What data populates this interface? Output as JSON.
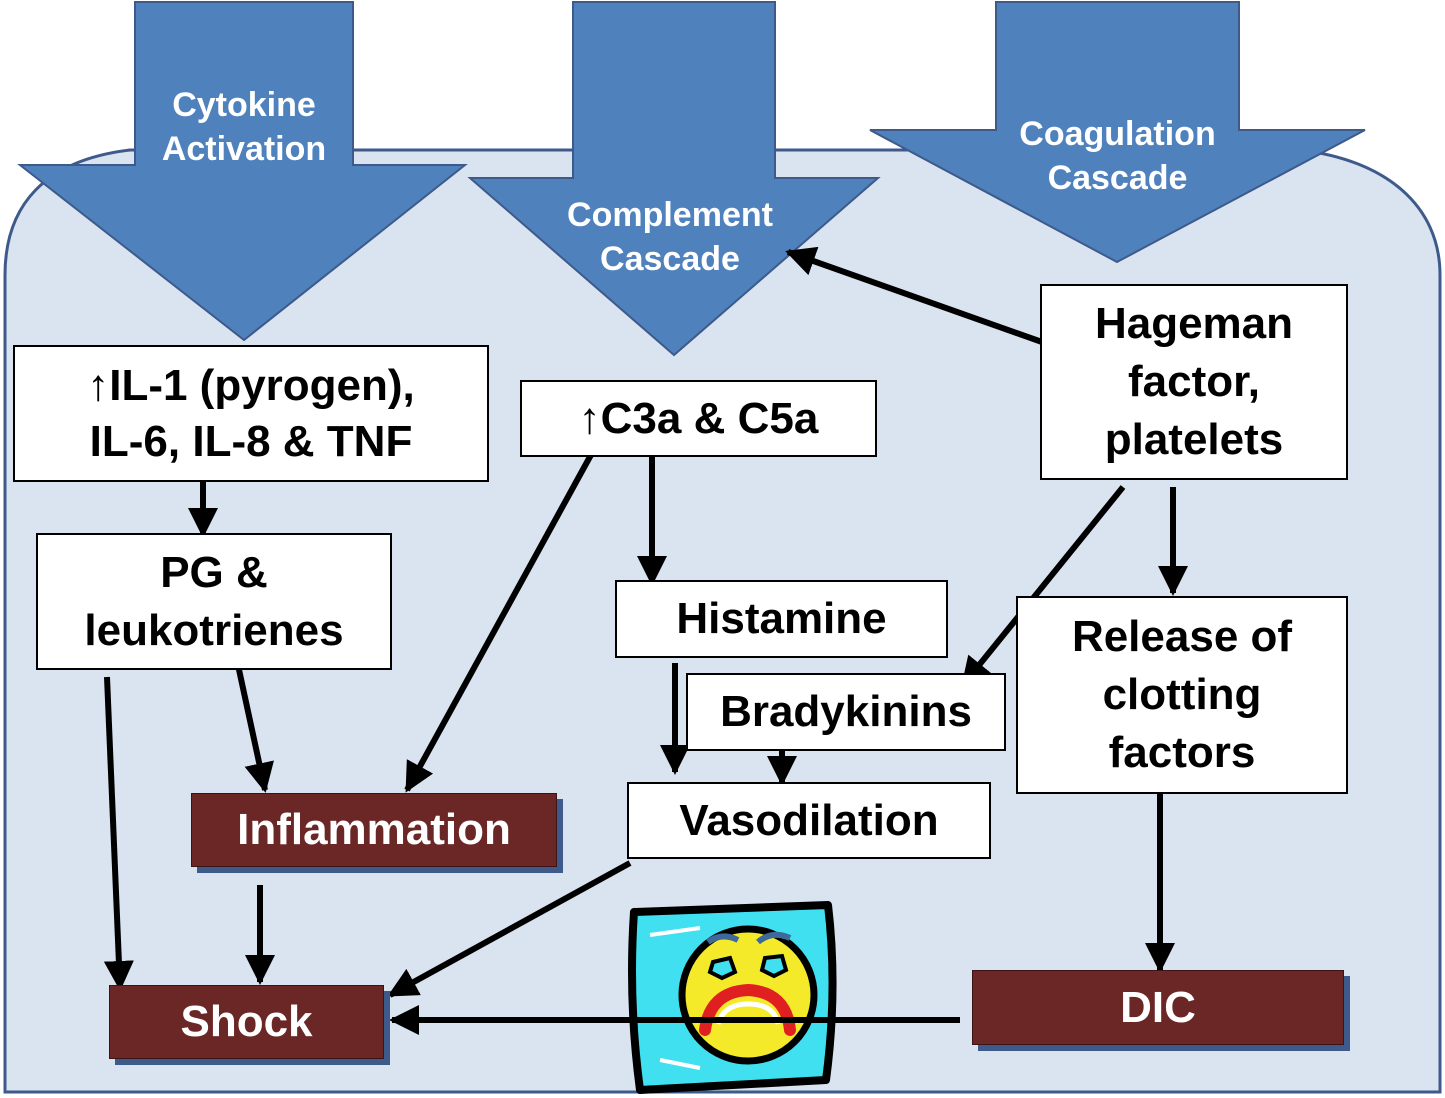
{
  "cascades": {
    "cytokine": "Cytokine\nActivation",
    "complement": "Complement\nCascade",
    "coagulation": "Coagulation\nCascade"
  },
  "nodes": {
    "il": "↑IL-1 (pyrogen),\nIL-6, IL-8 & TNF",
    "c3a": "↑C3a & C5a",
    "hageman": "Hageman\nfactor,\nplatelets",
    "pg": "PG &\nleukotrienes",
    "histamine": "Histamine",
    "bradykinins": "Bradykinins",
    "release": "Release of\nclotting\nfactors",
    "vasodilation": "Vasodilation",
    "inflammation": "Inflammation",
    "shock": "Shock",
    "dic": "DIC"
  },
  "edges": [
    {
      "from": "Hageman factor, platelets",
      "to": "Complement Cascade"
    },
    {
      "from": "↑IL-1 (pyrogen), IL-6, IL-8 & TNF",
      "to": "PG & leukotrienes"
    },
    {
      "from": "↑C3a & C5a",
      "to": "Histamine"
    },
    {
      "from": "↑C3a & C5a",
      "to": "Inflammation"
    },
    {
      "from": "Hageman factor, platelets",
      "to": "Bradykinins"
    },
    {
      "from": "Hageman factor, platelets",
      "to": "Release of clotting factors"
    },
    {
      "from": "PG & leukotrienes",
      "to": "Inflammation"
    },
    {
      "from": "PG & leukotrienes",
      "to": "Shock"
    },
    {
      "from": "Histamine",
      "to": "Vasodilation"
    },
    {
      "from": "Bradykinins",
      "to": "Vasodilation"
    },
    {
      "from": "Release of clotting factors",
      "to": "DIC"
    },
    {
      "from": "Inflammation",
      "to": "Shock"
    },
    {
      "from": "Vasodilation",
      "to": "Shock"
    },
    {
      "from": "DIC",
      "to": "Shock"
    }
  ],
  "colors": {
    "panel_fill": "#dae3f0",
    "panel_border": "#3d5a8a",
    "arrow_blue": "#4f81bd",
    "outcome_fill": "#6b2626",
    "line": "#000000"
  },
  "icons": {
    "face": "sad-face-icon"
  }
}
